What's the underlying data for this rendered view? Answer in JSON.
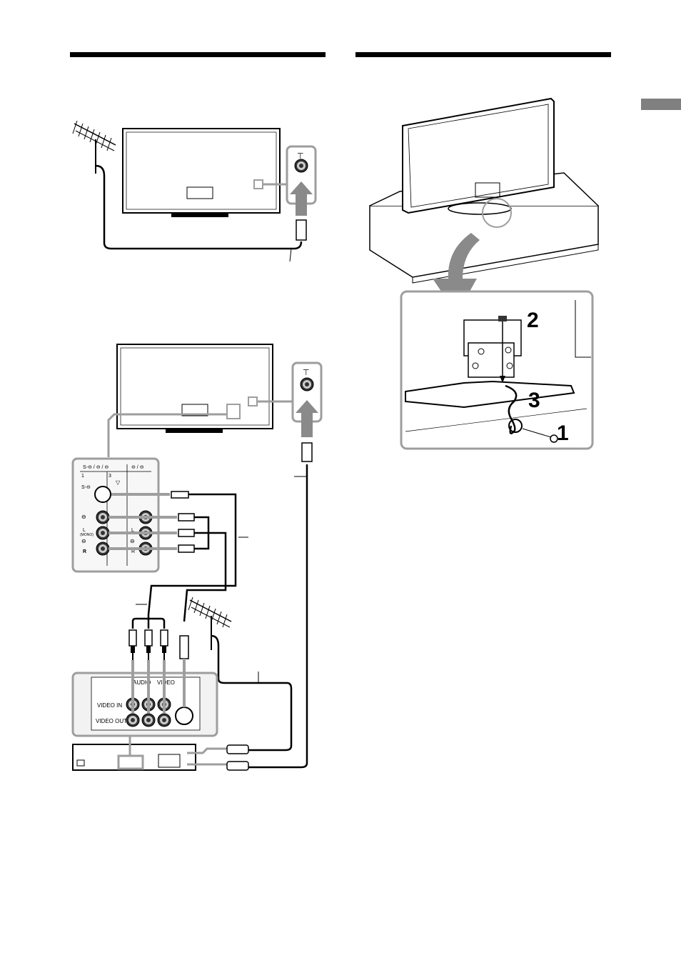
{
  "side_tab": {
    "color": "#808080"
  },
  "colors": {
    "line": "#000000",
    "highlight": "#9e9e9e",
    "arrow": "#8a8a8a",
    "panel_fill": "#f2f2f2"
  },
  "tv_panel_labels": {
    "antenna_symbol": "⊤",
    "header_left": "S-⊖ / ⊖ / ⊖",
    "header_right": "⊖ / ⊖",
    "input1": "1",
    "input3": "3",
    "s_video": "S-⊖",
    "triangle": "▽",
    "video_in": "⊖",
    "audio_l": "L",
    "audio_mono": "(MONO)",
    "audio_in": "⊖",
    "audio_r": "R",
    "out_l": "L",
    "out_in": "⊖",
    "out_r": "R"
  },
  "vcr_panel": {
    "audio": "AUDIO",
    "video": "VIDEO",
    "video_in": "VIDEO IN",
    "video_out": "VIDEO OUT"
  },
  "steps": {
    "step1": "1",
    "step2": "2",
    "step3": "3"
  }
}
